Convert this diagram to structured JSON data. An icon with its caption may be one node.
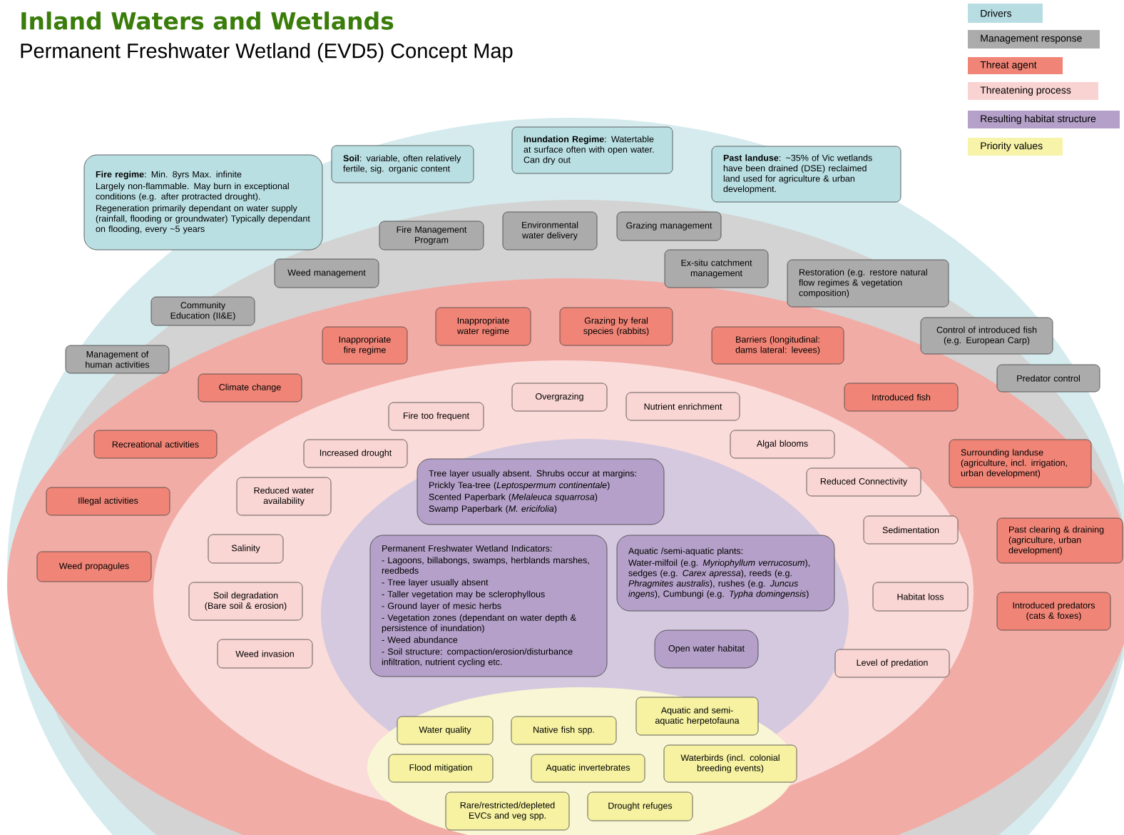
{
  "diagram": {
    "title": "Inland Waters and Wetlands",
    "nodes": [
      {
        "text": [
          "**Fire regime**: Min. 8yrs Max. infinite",
          "Largely non-flammable. May burn in exceptional conditions (e.g. after protracted drought).",
          "Regeneration primarily dependant on water supply (rainfall, flooding or groundwater) Typically dependant on flooding, every ~5 years"
        ]
      },
      {
        "text": [
          "**Soil**: variable, often relatively fertile, sig. organic content"
        ]
      },
      {
        "text": [
          "**Inundation Regime**: Watertable at surface often with open water. Can dry out"
        ]
      },
      {
        "text": [
          "**Past landuse**: ~35% of Vic wetlands have been drained (DSE) reclaimed land used for agriculture & urban development."
        ]
      },
      {
        "text": [
          "Fire Management Program"
        ]
      },
      {
        "text": [
          "Environmental water delivery"
        ]
      },
      {
        "text": [
          "Grazing management"
        ]
      },
      {
        "text": [
          "Ex-situ catchment management"
        ]
      },
      {
        "text": [
          "Weed management"
        ]
      },
      {
        "text": [
          "Restoration (e.g. restore natural flow regimes & vegetation composition)"
        ]
      },
      {
        "text": [
          "Community Education (II&E)"
        ]
      },
      {
        "text": [
          "Control of introduced fish (e.g. European Carp)"
        ]
      },
      {
        "text": [
          "Management of human activities"
        ]
      },
      {
        "text": [
          "Predator control"
        ]
      },
      {
        "text": [
          "Inappropriate water regime"
        ]
      },
      {
        "text": [
          "Grazing by feral species (rabbits)"
        ]
      },
      {
        "text": [
          "Inappropriate fire regime"
        ]
      },
      {
        "text": [
          "Barriers (longitudinal: dams lateral: levees)"
        ]
      },
      {
        "text": [
          "Climate change"
        ]
      },
      {
        "text": [
          "Introduced fish"
        ]
      },
      {
        "text": [
          "Recreational activities"
        ]
      },
      {
        "text": [
          "Surrounding landuse (agriculture, incl. irrigation, urban development)"
        ]
      },
      {
        "text": [
          "Illegal activities"
        ]
      },
      {
        "text": [
          "Past clearing & draining (agriculture, urban development)"
        ]
      },
      {
        "text": [
          "Weed propagules"
        ]
      },
      {
        "text": [
          "Introduced predators (cats & foxes)"
        ]
      },
      {
        "text": [
          "Overgrazing"
        ]
      },
      {
        "text": [
          "Nutrient enrichment"
        ]
      },
      {
        "text": [
          "Fire too frequent"
        ]
      },
      {
        "text": [
          "Algal blooms"
        ]
      },
      {
        "text": [
          "Increased drought"
        ]
      },
      {
        "text": [
          "Reduced Connectivity"
        ]
      },
      {
        "text": [
          "Reduced water availability"
        ]
      },
      {
        "text": [
          "Sedimentation"
        ]
      },
      {
        "text": [
          "Salinity"
        ]
      },
      {
        "text": [
          "Soil degradation (Bare soil & erosion)"
        ]
      },
      {
        "text": [
          "Habitat loss"
        ]
      },
      {
        "text": [
          "Weed invasion"
        ]
      },
      {
        "text": [
          "Level of predation"
        ]
      },
      {
        "text": [
          "Tree layer usually absent. Shrubs occur at margins:",
          "Prickly Tea-tree (*Leptospermum continentale*)",
          "Scented Paperbark (*Melaleuca squarrosa*)",
          "Swamp Paperbark (*M. ericifolia*)"
        ]
      },
      {
        "text": [
          "Permanent Freshwater Wetland Indicators:",
          "- Lagoons, billabongs, swamps, herblands marshes, reedbeds",
          "- Tree layer usually absent",
          "- Taller vegetation may be sclerophyllous",
          "- Ground layer of mesic herbs",
          "- Vegetation zones (dependant on water depth & persistence of inundation)",
          "- Weed abundance",
          "- Soil structure: compaction/erosion/disturbance infiltration, nutrient cycling etc."
        ]
      },
      {
        "text": [
          "Aquatic /semi-aquatic plants:",
          "Water-milfoil (e.g. *Myriophyllum verrucosum*), sedges (e.g. *Carex apressa*), reeds (e.g. *Phragmites australis*), rushes (e.g. *Juncus ingens*), Cumbungi (e.g. *Typha domingensis*)"
        ]
      },
      {
        "text": [
          "Open water habitat"
        ]
      },
      {
        "text": [
          "Aquatic and semi-aquatic herpetofauna"
        ]
      },
      {
        "text": [
          "Water quality"
        ]
      },
      {
        "text": [
          "Native fish spp."
        ]
      },
      {
        "text": [
          "Waterbirds (incl. colonial breeding events)"
        ]
      },
      {
        "text": [
          "Flood mitigation"
        ]
      },
      {
        "text": [
          "Aquatic invertebrates"
        ]
      },
      {
        "text": [
          "Rare/restricted/depleted EVCs and veg spp."
        ]
      },
      {
        "text": [
          "Drought refuges"
        ]
      }
    ],
    "labels": [
      "Permanent Freshwater Wetland (EVD5) Concept Map"
    ],
    "legend": [
      {
        "text": "Drivers",
        "color": "#b7dde3"
      },
      {
        "text": "Management response",
        "color": "#ababab"
      },
      {
        "text": "Threat agent",
        "color": "#f08577"
      },
      {
        "text": "Threatening process",
        "color": "#f9d3d1"
      },
      {
        "text": "Resulting habitat structure",
        "color": "#b4a0c8"
      },
      {
        "text": "Priority values",
        "color": "#f7f3a8"
      }
    ]
  }
}
